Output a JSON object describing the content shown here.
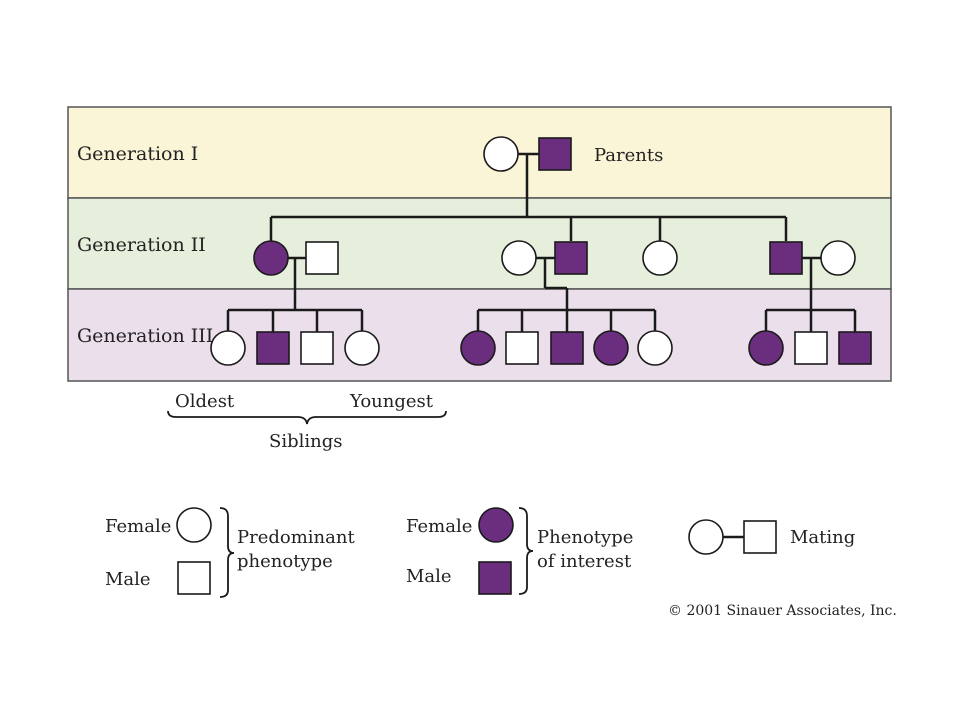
{
  "colors": {
    "generation_I_band": "#fbf5d7",
    "generation_II_band": "#e6efdb",
    "generation_III_band": "#ecdfec",
    "affected_fill": "#6b2d7e",
    "unaffected_fill": "#ffffff",
    "line": "#1a1a1a"
  },
  "pedigree": {
    "generations": [
      {
        "label": "Generation I"
      },
      {
        "label": "Generation II"
      },
      {
        "label": "Generation III"
      }
    ],
    "parents_label": "Parents",
    "siblings": {
      "oldest": "Oldest",
      "youngest": "Youngest",
      "label": "Siblings"
    },
    "individuals": {
      "I": [
        {
          "sex": "female",
          "affected": false
        },
        {
          "sex": "male",
          "affected": true
        }
      ],
      "II": [
        {
          "sex": "female",
          "affected": true
        },
        {
          "sex": "male",
          "affected": false
        },
        {
          "sex": "female",
          "affected": false
        },
        {
          "sex": "male",
          "affected": true
        },
        {
          "sex": "female",
          "affected": false
        },
        {
          "sex": "male",
          "affected": true
        },
        {
          "sex": "female",
          "affected": false
        }
      ],
      "III": [
        {
          "sex": "female",
          "affected": false
        },
        {
          "sex": "male",
          "affected": true
        },
        {
          "sex": "male",
          "affected": false
        },
        {
          "sex": "female",
          "affected": false
        },
        {
          "sex": "female",
          "affected": true
        },
        {
          "sex": "male",
          "affected": false
        },
        {
          "sex": "male",
          "affected": true
        },
        {
          "sex": "female",
          "affected": true
        },
        {
          "sex": "female",
          "affected": false
        },
        {
          "sex": "female",
          "affected": true
        },
        {
          "sex": "male",
          "affected": false
        },
        {
          "sex": "male",
          "affected": true
        }
      ]
    }
  },
  "legend": {
    "predominant": {
      "female": "Female",
      "male": "Male",
      "line1": "Predominant",
      "line2": "phenotype"
    },
    "interest": {
      "female": "Female",
      "male": "Male",
      "line1": "Phenotype",
      "line2": "of interest"
    },
    "mating": "Mating"
  },
  "credit": "© 2001 Sinauer Associates, Inc."
}
